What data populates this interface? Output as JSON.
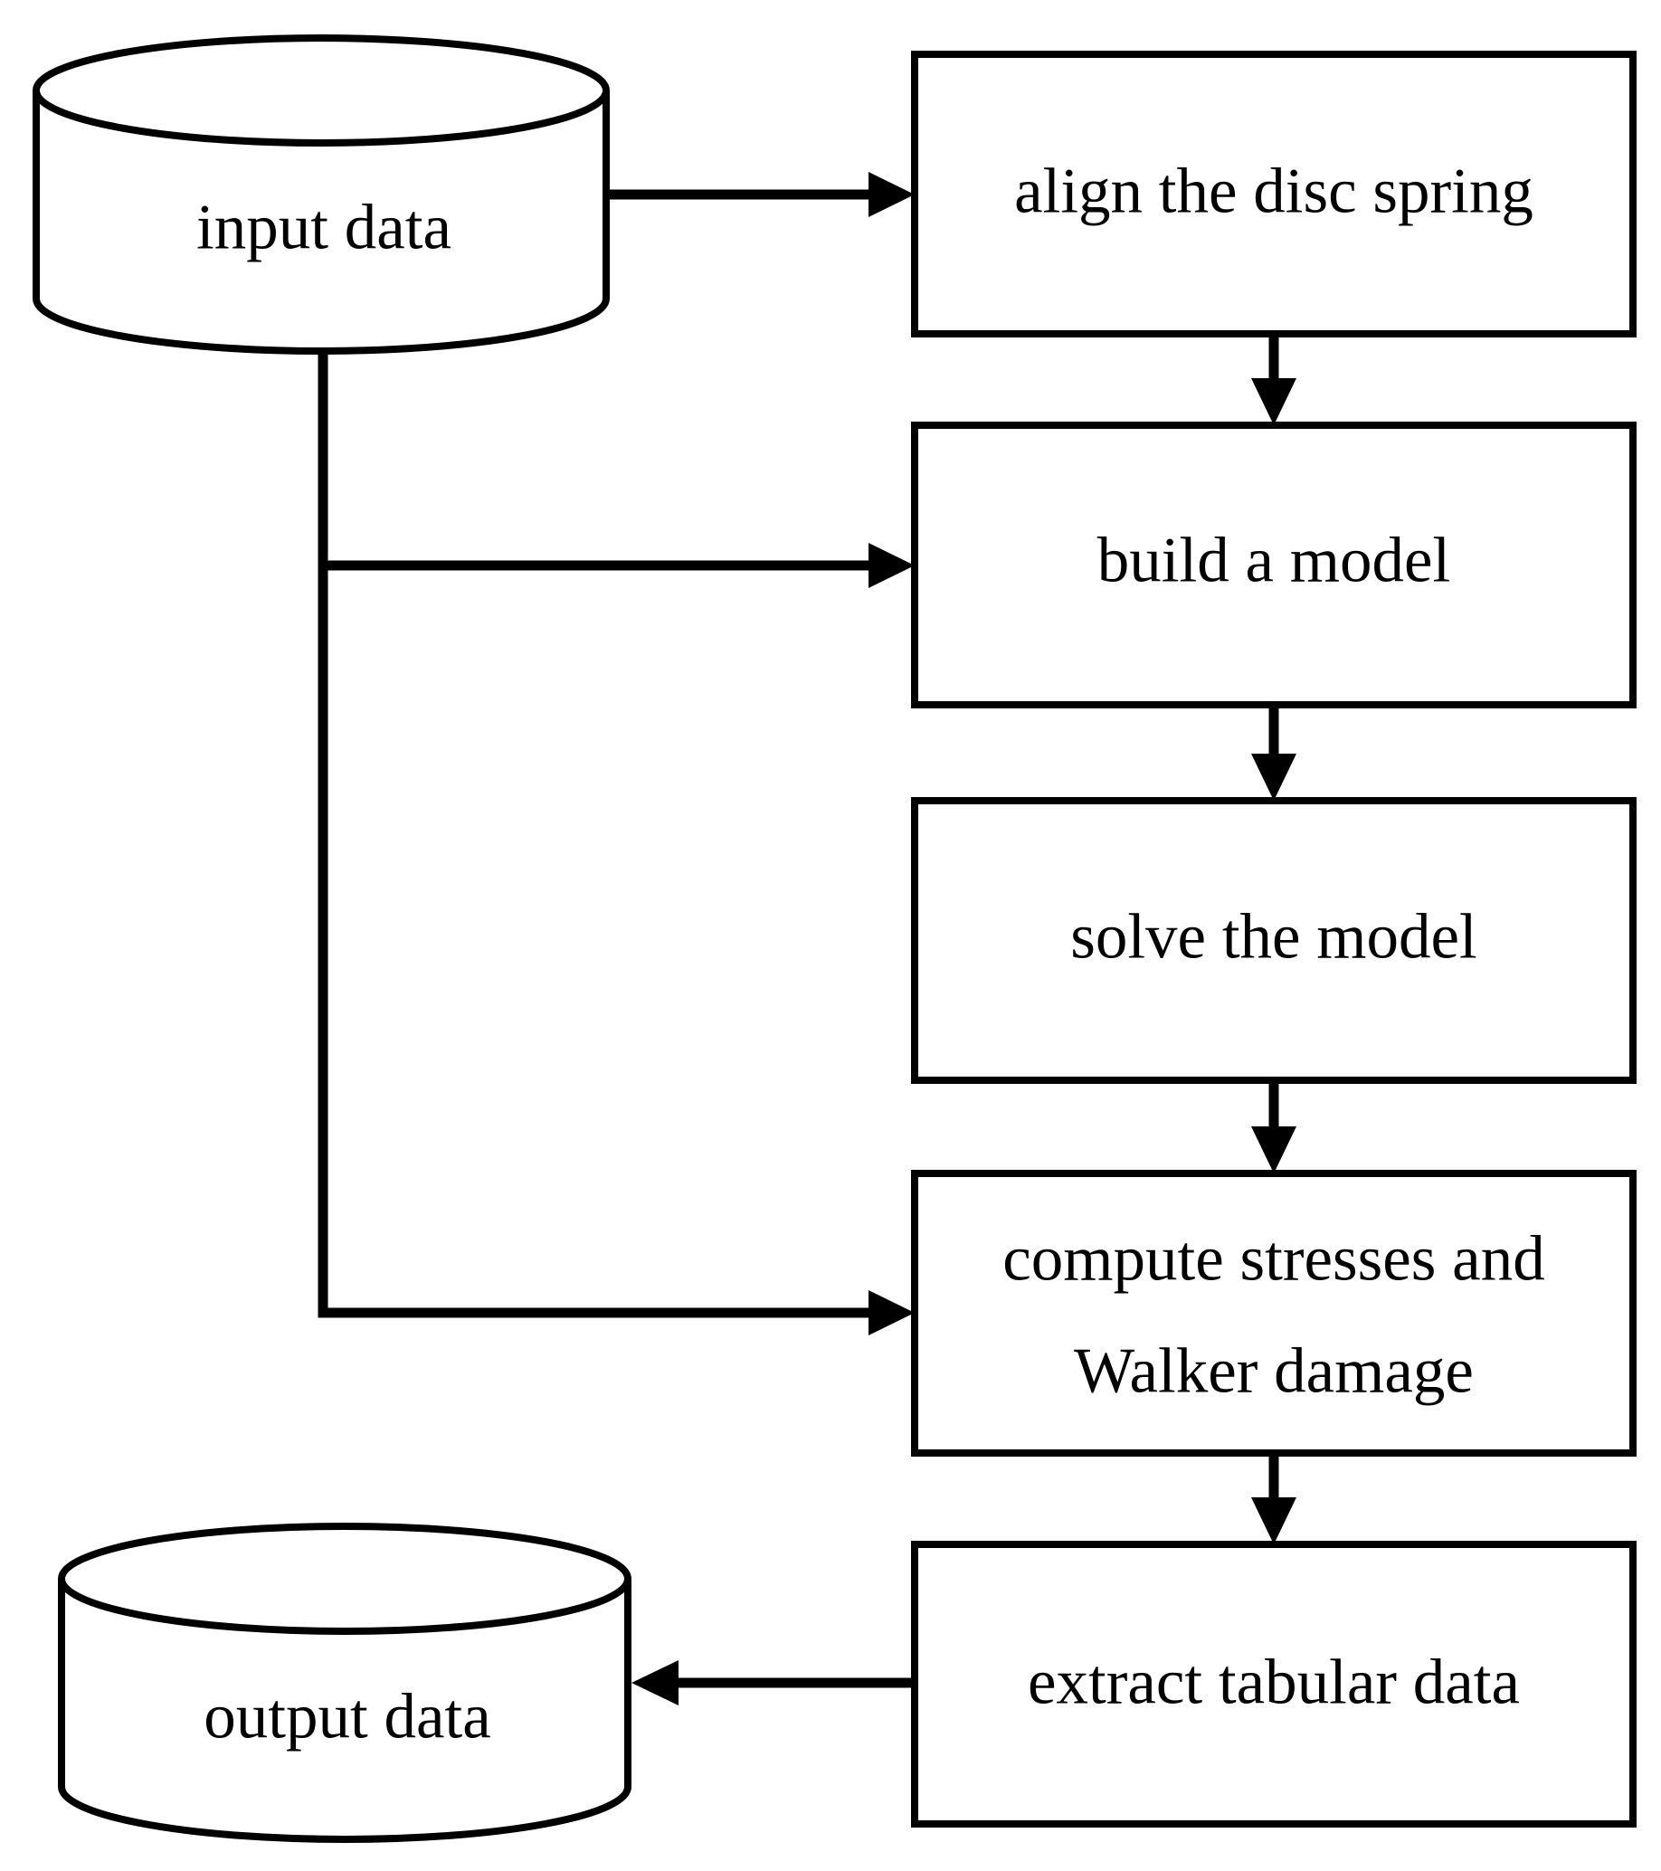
{
  "nodes": {
    "input_data": {
      "label": "input data",
      "shape": "cylinder"
    },
    "align": {
      "label": "align the disc spring",
      "shape": "process"
    },
    "build": {
      "label": "build a model",
      "shape": "process"
    },
    "solve": {
      "label": "solve the model",
      "shape": "process"
    },
    "compute": {
      "label_line1": "compute stresses and",
      "label_line2": "Walker damage",
      "shape": "process"
    },
    "extract": {
      "label": "extract tabular data",
      "shape": "process"
    },
    "output_data": {
      "label": "output data",
      "shape": "cylinder"
    }
  },
  "edges": [
    {
      "from": "input_data",
      "to": "align"
    },
    {
      "from": "align",
      "to": "build"
    },
    {
      "from": "input_data",
      "to": "build"
    },
    {
      "from": "build",
      "to": "solve"
    },
    {
      "from": "solve",
      "to": "compute"
    },
    {
      "from": "input_data",
      "to": "compute"
    },
    {
      "from": "compute",
      "to": "extract"
    },
    {
      "from": "extract",
      "to": "output_data"
    }
  ],
  "colors": {
    "stroke": "#000000",
    "fill": "#ffffff",
    "text": "#000000"
  }
}
